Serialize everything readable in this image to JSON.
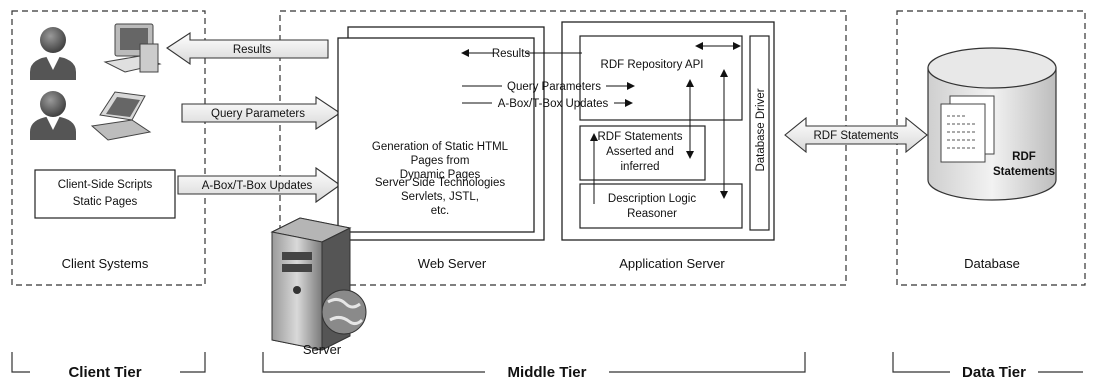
{
  "client": {
    "title": "Client Systems",
    "scripts_box": {
      "line1": "Client-Side Scripts",
      "line2": "Static Pages"
    }
  },
  "arrows": {
    "results": "Results",
    "query": "Query Parameters",
    "abox": "A-Box/T-Box Updates",
    "rdf": "RDF Statements"
  },
  "web": {
    "title": "Web Server",
    "text_lines": [
      "Generation of Static HTML",
      "Pages from",
      "Dynamic Pages",
      "",
      "Server Side Technologies",
      "Servlets, JSTL,",
      "etc."
    ],
    "server_label": "Server"
  },
  "app": {
    "title": "Application Server",
    "results": "Results",
    "query": "Query Parameters",
    "abox": "A-Box/T-Box Updates",
    "api": "RDF Repository API",
    "stmt_lines": [
      "RDF Statements",
      "Asserted and",
      "inferred"
    ],
    "reasoner_lines": [
      "Description Logic",
      "Reasoner"
    ],
    "driver": "Database Driver"
  },
  "database": {
    "title": "Database",
    "stmt_lines": [
      "RDF",
      "Statements"
    ]
  },
  "tiers": {
    "client": "Client Tier",
    "middle": "Middle Tier",
    "data": "Data Tier"
  }
}
